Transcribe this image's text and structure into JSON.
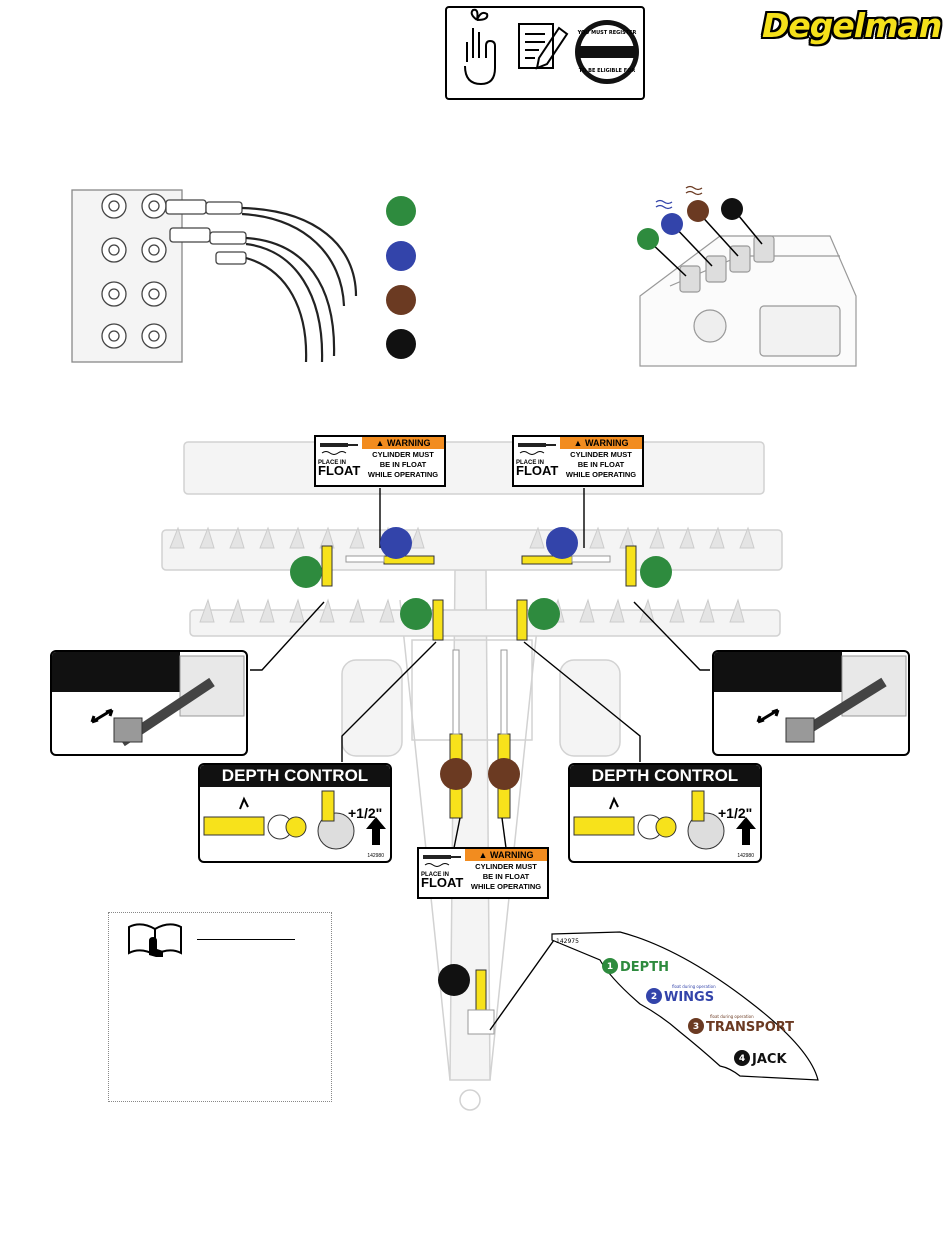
{
  "brand": {
    "name": "Degelman",
    "color": "#f5e01a"
  },
  "registration_badge": {
    "text": "YOU MUST REGISTER TO BE ELIGIBLE FOR"
  },
  "colors": {
    "green": "#2e8b3e",
    "blue": "#3344aa",
    "brown": "#6b3a22",
    "black": "#111111",
    "yellow": "#f7e21b",
    "orange": "#f28c1f"
  },
  "warning_labels": [
    {
      "header": "WARNING",
      "line1": "CYLINDER MUST",
      "line2": "BE IN FLOAT",
      "line3": "WHILE OPERATING",
      "float_small": "PLACE IN",
      "float_big": "FLOAT"
    },
    {
      "header": "WARNING",
      "line1": "CYLINDER MUST",
      "line2": "BE IN FLOAT",
      "line3": "WHILE OPERATING",
      "float_small": "PLACE IN",
      "float_big": "FLOAT"
    },
    {
      "header": "WARNING",
      "line1": "CYLINDER MUST",
      "line2": "BE IN FLOAT",
      "line3": "WHILE OPERATING",
      "float_small": "PLACE IN",
      "float_big": "FLOAT"
    }
  ],
  "depth_panels": [
    {
      "title": "DEPTH CONTROL",
      "value": "+1/2\"",
      "part": "142980"
    },
    {
      "title": "DEPTH CONTROL",
      "value": "+1/2\"",
      "part": "142980"
    }
  ],
  "decal": {
    "part": "142975",
    "items": [
      {
        "num": "1",
        "label": "DEPTH"
      },
      {
        "num": "2",
        "label": "WINGS",
        "note": "float during operation"
      },
      {
        "num": "3",
        "label": "TRANSPORT",
        "note": "float during operation"
      },
      {
        "num": "4",
        "label": "JACK"
      }
    ]
  }
}
